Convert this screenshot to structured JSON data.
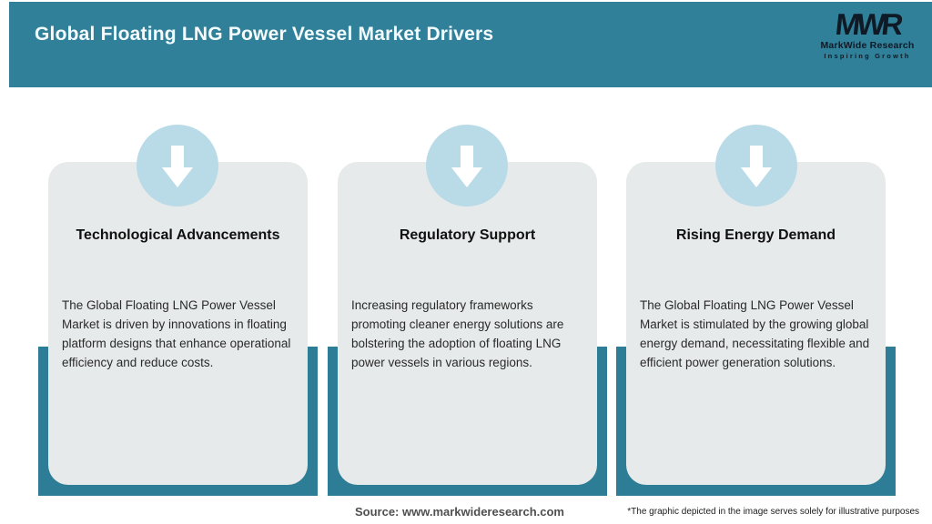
{
  "header": {
    "title": "Global Floating LNG Power Vessel Market Drivers",
    "logo": {
      "mark": "MWR",
      "name": "MarkWide Research",
      "tagline": "Inspiring Growth"
    }
  },
  "cards": [
    {
      "icon": "arrow-down-icon",
      "title": "Technological Advancements",
      "body": "The Global Floating LNG Power Vessel Market is driven by innovations in floating platform designs that enhance operational efficiency and reduce costs."
    },
    {
      "icon": "arrow-down-icon",
      "title": "Regulatory Support",
      "body": "Increasing regulatory frameworks promoting cleaner energy solutions are bolstering the adoption of floating LNG power vessels in various regions."
    },
    {
      "icon": "arrow-down-icon",
      "title": "Rising Energy Demand",
      "body": "The Global Floating LNG Power Vessel Market is stimulated by the growing global energy demand, necessitating flexible and efficient power generation solutions."
    }
  ],
  "footer": {
    "source": "Source: www.markwideresearch.com",
    "disclaimer": "*The graphic depicted in the image serves solely for illustrative purposes"
  },
  "colors": {
    "teal_header": "#31809a",
    "teal_ribbon": "#2e7d97",
    "circle_blue": "#b9dbe8",
    "card_bg": "#e7eaea",
    "logo_dark": "#0e1a26"
  }
}
